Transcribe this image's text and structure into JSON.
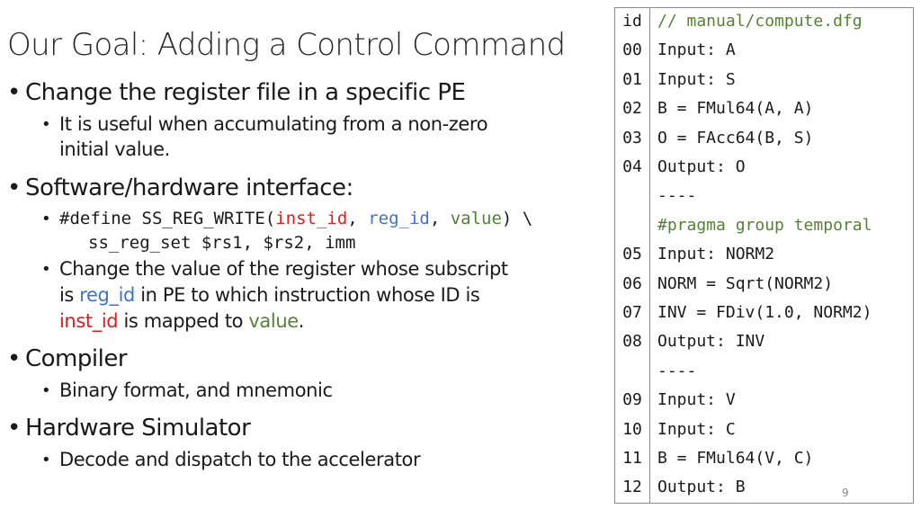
{
  "slide": {
    "title": "Our Goal: Adding a Control Command",
    "page_number": "9",
    "bullets": {
      "b1": "Change the register file in a specific PE",
      "b1_1_line1": "It is useful when accumulating from a non-zero",
      "b1_1_line2": "initial value.",
      "b2": "Software/hardware interface:",
      "b2_1_prefix": "#define SS_REG_WRITE(",
      "b2_1_inst": "inst_id",
      "b2_1_sep1": ", ",
      "b2_1_reg": "reg_id",
      "b2_1_sep2": ", ",
      "b2_1_value": "value",
      "b2_1_suffix": ") \\",
      "b2_1_line2": "ss_reg_set $rs1, $rs2, imm",
      "b2_2_line1": "Change the value of the register whose subscript",
      "b2_2_is": "is ",
      "b2_2_reg": "reg_id",
      "b2_2_mid": " in PE to which instruction whose ID is",
      "b2_2_inst": "inst_id",
      "b2_2_mapped": " is mapped to ",
      "b2_2_value": "value",
      "b2_2_end": ".",
      "b3": "Compiler",
      "b3_1": "Binary format, and mnemonic",
      "b4": "Hardware Simulator",
      "b4_1": "Decode and dispatch to the accelerator"
    }
  },
  "dfg_table": {
    "header_id": "id",
    "header_code": "// manual/compute.dfg",
    "rows": [
      {
        "id": "00",
        "code": "Input: A"
      },
      {
        "id": "01",
        "code": "Input: S"
      },
      {
        "id": "02",
        "code": "B = FMul64(A, A)"
      },
      {
        "id": "03",
        "code": "O = FAcc64(B, S)"
      },
      {
        "id": "04",
        "code": "Output: O"
      },
      {
        "id": "",
        "code": "----"
      },
      {
        "id": "",
        "code": "#pragma group temporal"
      },
      {
        "id": "05",
        "code": "Input: NORM2"
      },
      {
        "id": "06",
        "code": "NORM = Sqrt(NORM2)"
      },
      {
        "id": "07",
        "code": "INV = FDiv(1.0, NORM2)"
      },
      {
        "id": "08",
        "code": "Output: INV"
      },
      {
        "id": "",
        "code": "----"
      },
      {
        "id": "09",
        "code": "Input: V"
      },
      {
        "id": "10",
        "code": "Input: C"
      },
      {
        "id": "11",
        "code": "B = FMul64(V, C)"
      },
      {
        "id": "12",
        "code": "Output: B"
      }
    ]
  },
  "colors": {
    "inst_id": "#e31a1c",
    "reg_id": "#4472c4",
    "value": "#548235",
    "comment": "#548235"
  }
}
